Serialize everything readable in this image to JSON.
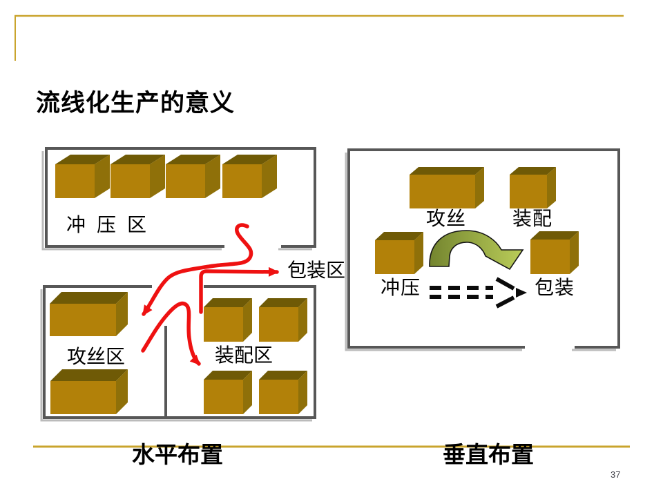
{
  "title": "流线化生产的意义",
  "page_number": "37",
  "colors": {
    "gold_line": "#C9A42D",
    "border_gray": "#575757",
    "box_front": "#B28109",
    "box_top": "#6F5A06",
    "box_side": "#8F7009",
    "arrow_red": "#EE1111",
    "arch_dark": "#74852F",
    "arch_light": "#BACD59",
    "page_num_color": "#3B3B44"
  },
  "left_diagram": {
    "caption": "水平布置",
    "areas": {
      "stamping": "冲压区",
      "tapping": "攻丝区",
      "assembly": "装配区",
      "packaging": "包装区"
    }
  },
  "right_diagram": {
    "caption": "垂直布置",
    "stations": {
      "tapping": "攻丝",
      "assembly": "装配",
      "stamping": "冲压",
      "packaging": "包装"
    }
  }
}
